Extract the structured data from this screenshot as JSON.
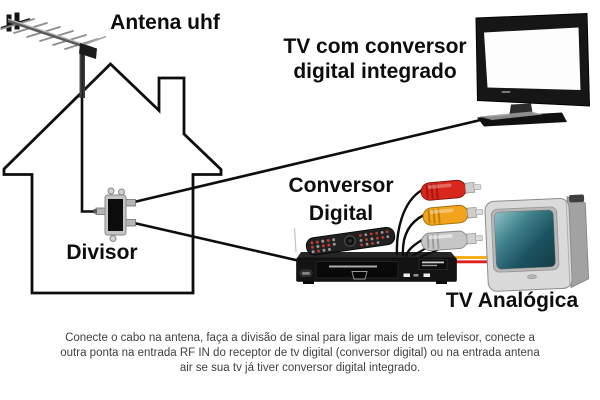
{
  "diagram": {
    "labels": {
      "antenna": "Antena uhf",
      "tv_digital_line1": "TV com conversor",
      "tv_digital_line2": "digital integrado",
      "converter_line1": "Conversor",
      "converter_line2": "Digital",
      "divisor": "Divisor",
      "tv_analog": "TV Analógica"
    },
    "caption": {
      "line1": "Conecte o cabo na antena, faça a divisão de sinal para ligar mais de um televisor, conecte a",
      "line2": "outra ponta na entrada RF IN do receptor de tv digital (conversor digital) ou na entrada antena",
      "line3": "air se sua tv já tiver conversor digital integrado."
    },
    "colors": {
      "cable_black": "#0d0d0d",
      "rca_red": "#d8271c",
      "rca_yellow": "#f2a41c",
      "rca_white": "#c6c6c6",
      "av_line_yellow": "#f5a800",
      "av_line_red": "#e01f1f",
      "crt_screen_teal": "#1c5260",
      "flat_tv_bezel": "#161616",
      "house_outline": "#0d0d0d"
    },
    "icons": [
      "uhf-antenna-icon",
      "house-outline-icon",
      "splitter-icon",
      "flat-tv-icon",
      "set-top-box-icon",
      "remote-control-icon",
      "rca-plug-red-icon",
      "rca-plug-yellow-icon",
      "rca-plug-white-icon",
      "crt-tv-icon"
    ]
  }
}
